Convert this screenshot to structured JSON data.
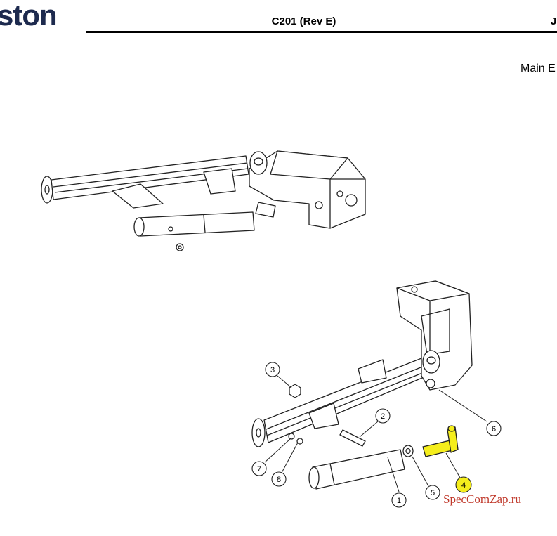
{
  "header": {
    "logo_text": "ston",
    "title": "C201 (Rev E)",
    "right_fragment": "J"
  },
  "section_title": "Main E",
  "callouts": {
    "c1": "1",
    "c2": "2",
    "c3": "3",
    "c4": "4",
    "c5": "5",
    "c6": "6",
    "c7": "7",
    "c8": "8"
  },
  "watermark": "SpecComZap.ru",
  "colors": {
    "logo": "#1d2a4e",
    "highlight": "#f5ee1c",
    "watermark": "#c0392b",
    "linework": "#222222"
  }
}
